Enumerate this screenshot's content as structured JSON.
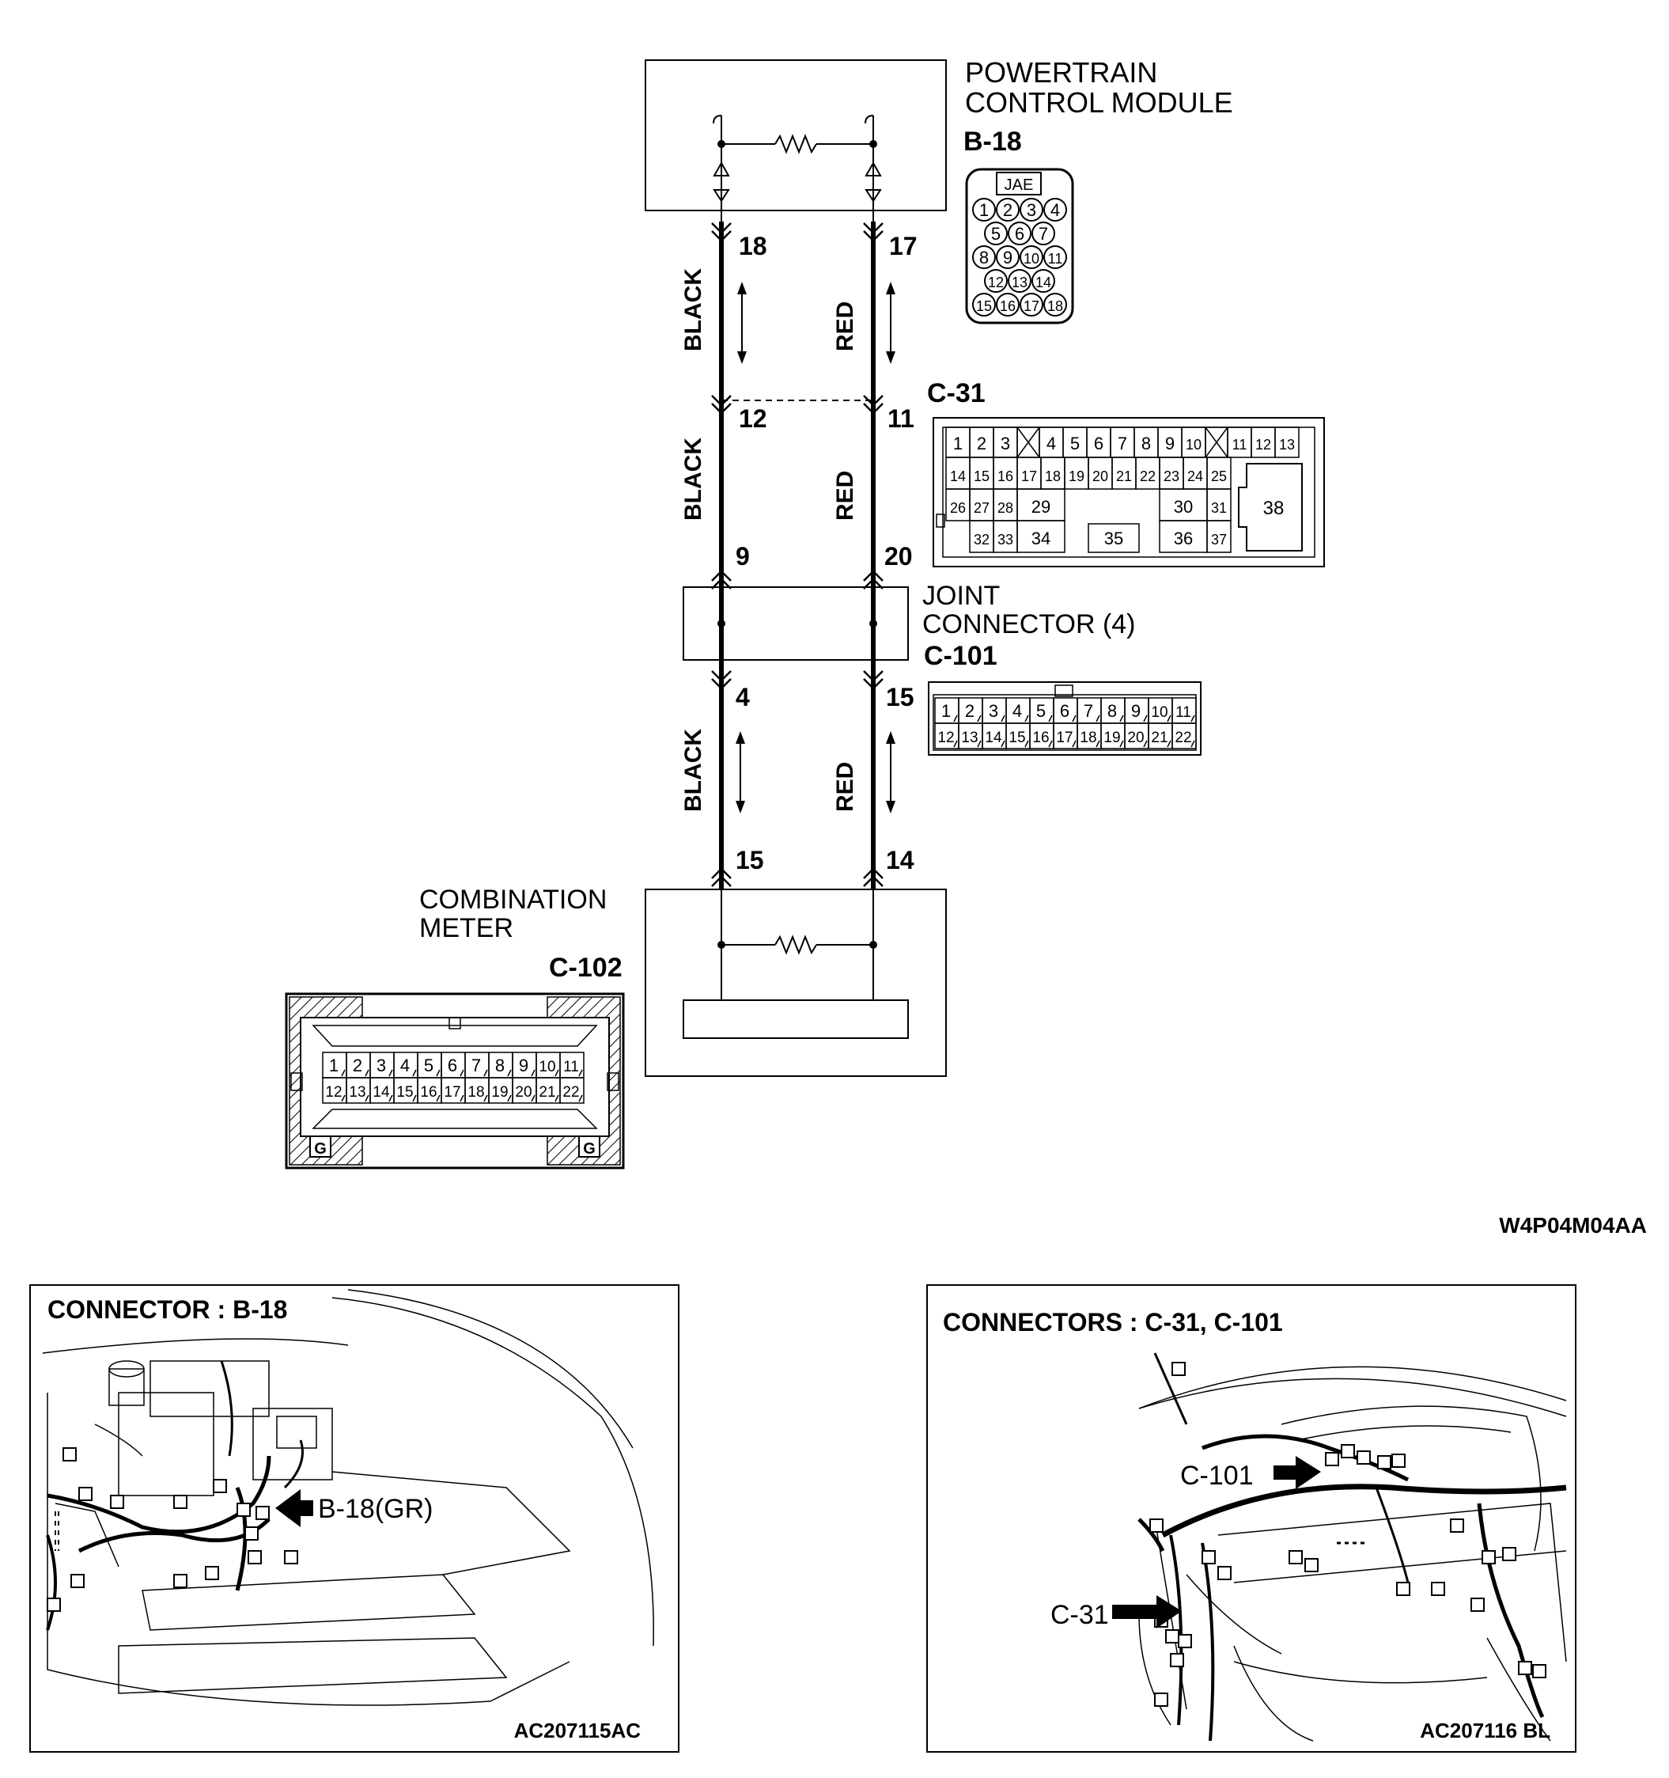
{
  "pcm": {
    "title_line1": "POWERTRAIN",
    "title_line2": "CONTROL MODULE",
    "connector": "B-18",
    "connector_brand": "JAE"
  },
  "b18_pins": [
    "1",
    "2",
    "3",
    "4",
    "5",
    "6",
    "7",
    "8",
    "9",
    "10",
    "11",
    "12",
    "13",
    "14",
    "15",
    "16",
    "17",
    "18"
  ],
  "wire": {
    "black": "BLACK",
    "red": "RED",
    "seg1": {
      "left_top": "18",
      "right_top": "17"
    },
    "seg2": {
      "left_top": "12",
      "right_top": "11",
      "left_bottom": "9",
      "right_bottom": "20"
    },
    "seg3": {
      "left_top": "4",
      "right_top": "15",
      "left_bottom": "15",
      "right_bottom": "14"
    }
  },
  "c31": {
    "name": "C-31",
    "row1": [
      "1",
      "2",
      "3",
      "4",
      "5",
      "6",
      "7",
      "8",
      "9",
      "10",
      "11",
      "12",
      "13"
    ],
    "row2": [
      "14",
      "15",
      "16",
      "17",
      "18",
      "19",
      "20",
      "21",
      "22",
      "23",
      "24",
      "25"
    ],
    "row3": [
      "26",
      "27",
      "28",
      "29",
      "30",
      "31"
    ],
    "row4": [
      "32",
      "33",
      "34",
      "35",
      "36",
      "37"
    ],
    "big": "38"
  },
  "joint": {
    "line1": "JOINT",
    "line2": "CONNECTOR (4)",
    "connector": "C-101"
  },
  "c101_row1": [
    "1",
    "2",
    "3",
    "4",
    "5",
    "6",
    "7",
    "8",
    "9",
    "10",
    "11"
  ],
  "c101_row2": [
    "12",
    "13",
    "14",
    "15",
    "16",
    "17",
    "18",
    "19",
    "20",
    "21",
    "22"
  ],
  "meter": {
    "line1": "COMBINATION",
    "line2": "METER",
    "connector": "C-102"
  },
  "c102_row1": [
    "1",
    "2",
    "3",
    "4",
    "5",
    "6",
    "7",
    "8",
    "9",
    "10",
    "11"
  ],
  "c102_row2": [
    "12",
    "13",
    "14",
    "15",
    "16",
    "17",
    "18",
    "19",
    "20",
    "21",
    "22"
  ],
  "c102_ground": "G",
  "diagram_code": "W4P04M04AA",
  "panel_left": {
    "title": "CONNECTOR : B-18",
    "callout": "B-18(GR)",
    "code": "AC207115AC"
  },
  "panel_right": {
    "title": "CONNECTORS : C-31, C-101",
    "callout_a": "C-101",
    "callout_b": "C-31",
    "code": "AC207116 BL"
  }
}
